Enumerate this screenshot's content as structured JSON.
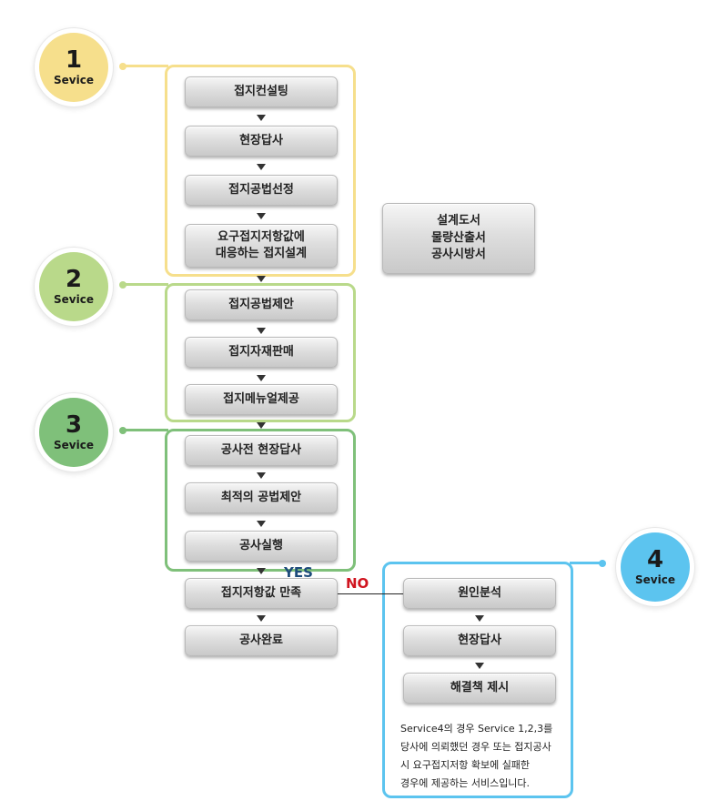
{
  "colors": {
    "service1": "#f6df8c",
    "service2": "#b9d98a",
    "service3": "#7fc07a",
    "service4": "#5cc4ef"
  },
  "badges": [
    {
      "num": "1",
      "label": "Sevice"
    },
    {
      "num": "2",
      "label": "Sevice"
    },
    {
      "num": "3",
      "label": "Sevice"
    },
    {
      "num": "4",
      "label": "Sevice"
    }
  ],
  "steps": {
    "s1": "접지컨설팅",
    "s2": "현장답사",
    "s3": "접지공법선정",
    "s4": "요구접지저항값에\n대응하는 접지설계",
    "s5": "접지공법제안",
    "s6": "접지자재판매",
    "s7": "접지메뉴얼제공",
    "s8": "공사전 현장답사",
    "s9": "최적의 공법제안",
    "s10": "공사실행",
    "s11": "접지저항값 만족",
    "s12": "공사완료",
    "r1": "원인분석",
    "r2": "현장답사",
    "r3": "해결책 제시"
  },
  "deliverables": "설계도서\n물량산출서\n공사시방서",
  "decision": {
    "yes": "YES",
    "no": "NO"
  },
  "note_lines": [
    "Service4의 경우 Service 1,2,3를",
    "당사에 의뢰했던 경우 또는 접지공사",
    "시 요구접지저항 확보에 실패한",
    "경우에 제공하는 서비스입니다."
  ]
}
